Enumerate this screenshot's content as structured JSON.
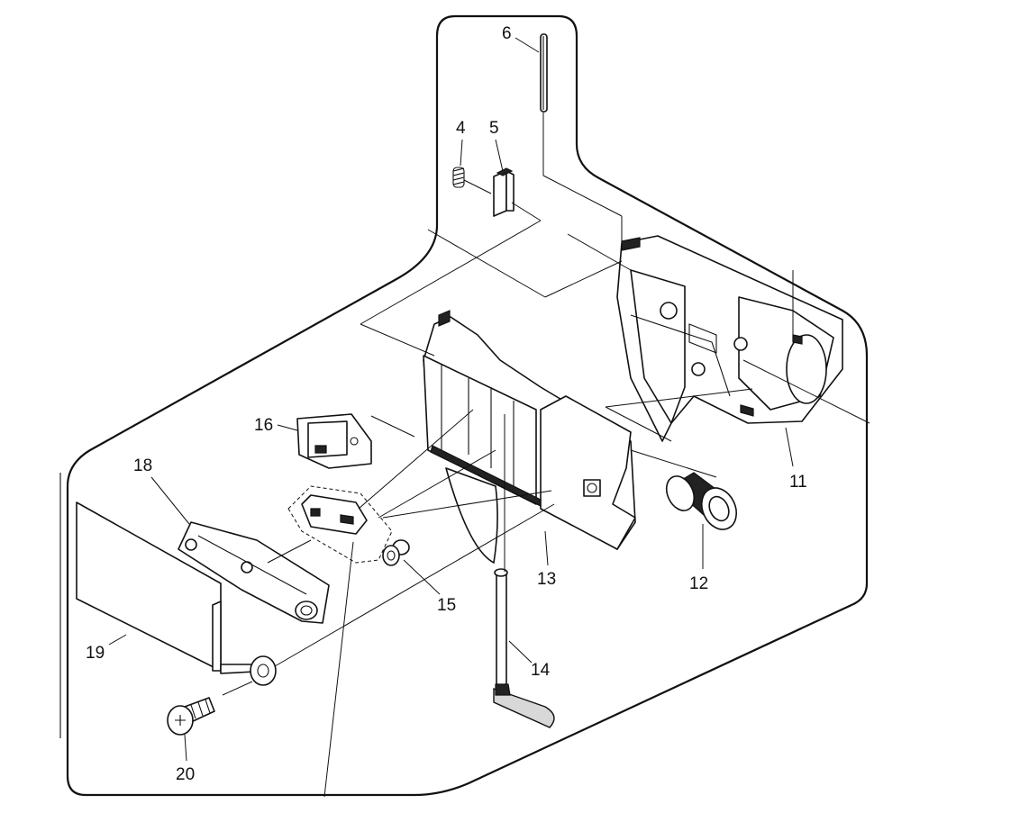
{
  "diagram": {
    "callouts": [
      {
        "id": "4",
        "label": "4"
      },
      {
        "id": "5",
        "label": "5"
      },
      {
        "id": "6",
        "label": "6"
      },
      {
        "id": "11",
        "label": "11"
      },
      {
        "id": "12",
        "label": "12"
      },
      {
        "id": "13",
        "label": "13"
      },
      {
        "id": "14",
        "label": "14"
      },
      {
        "id": "15",
        "label": "15"
      },
      {
        "id": "16",
        "label": "16"
      },
      {
        "id": "18",
        "label": "18"
      },
      {
        "id": "19",
        "label": "19"
      },
      {
        "id": "20",
        "label": "20"
      }
    ]
  }
}
